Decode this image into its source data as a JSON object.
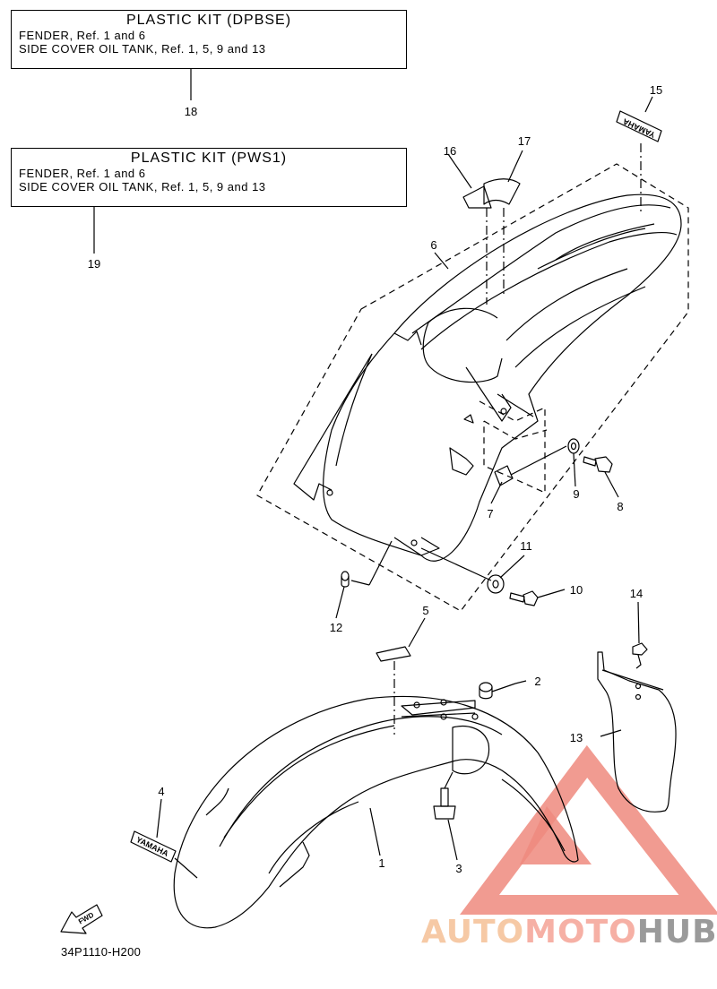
{
  "kits": [
    {
      "title": "PLASTIC KIT (DPBSE)",
      "lines": [
        "FENDER, Ref. 1 and 6",
        "SIDE COVER OIL TANK, Ref. 1, 5, 9 and 13"
      ],
      "callout": "18"
    },
    {
      "title": "PLASTIC KIT (PWS1)",
      "lines": [
        "FENDER, Ref. 1 and 6",
        "SIDE COVER OIL TANK, Ref. 1, 5, 9 and 13"
      ],
      "callout": "19"
    }
  ],
  "callouts": [
    "1",
    "2",
    "3",
    "4",
    "5",
    "6",
    "7",
    "8",
    "9",
    "10",
    "11",
    "12",
    "13",
    "14",
    "15",
    "16",
    "17"
  ],
  "decals": {
    "yamaha_front": "YAMAHA",
    "yamaha_rear": "YAMAHA",
    "fwd": "FWD"
  },
  "diagram_code": "34P1110-H200",
  "watermark": {
    "part1": "AUTO",
    "part2": "MOTO",
    "part3": "HUB"
  },
  "colors": {
    "line": "#000000",
    "watermark_triangle": "#ef8a7e",
    "watermark_text_light": "#f6c9a5",
    "watermark_text_gray": "#9a9a9a"
  }
}
